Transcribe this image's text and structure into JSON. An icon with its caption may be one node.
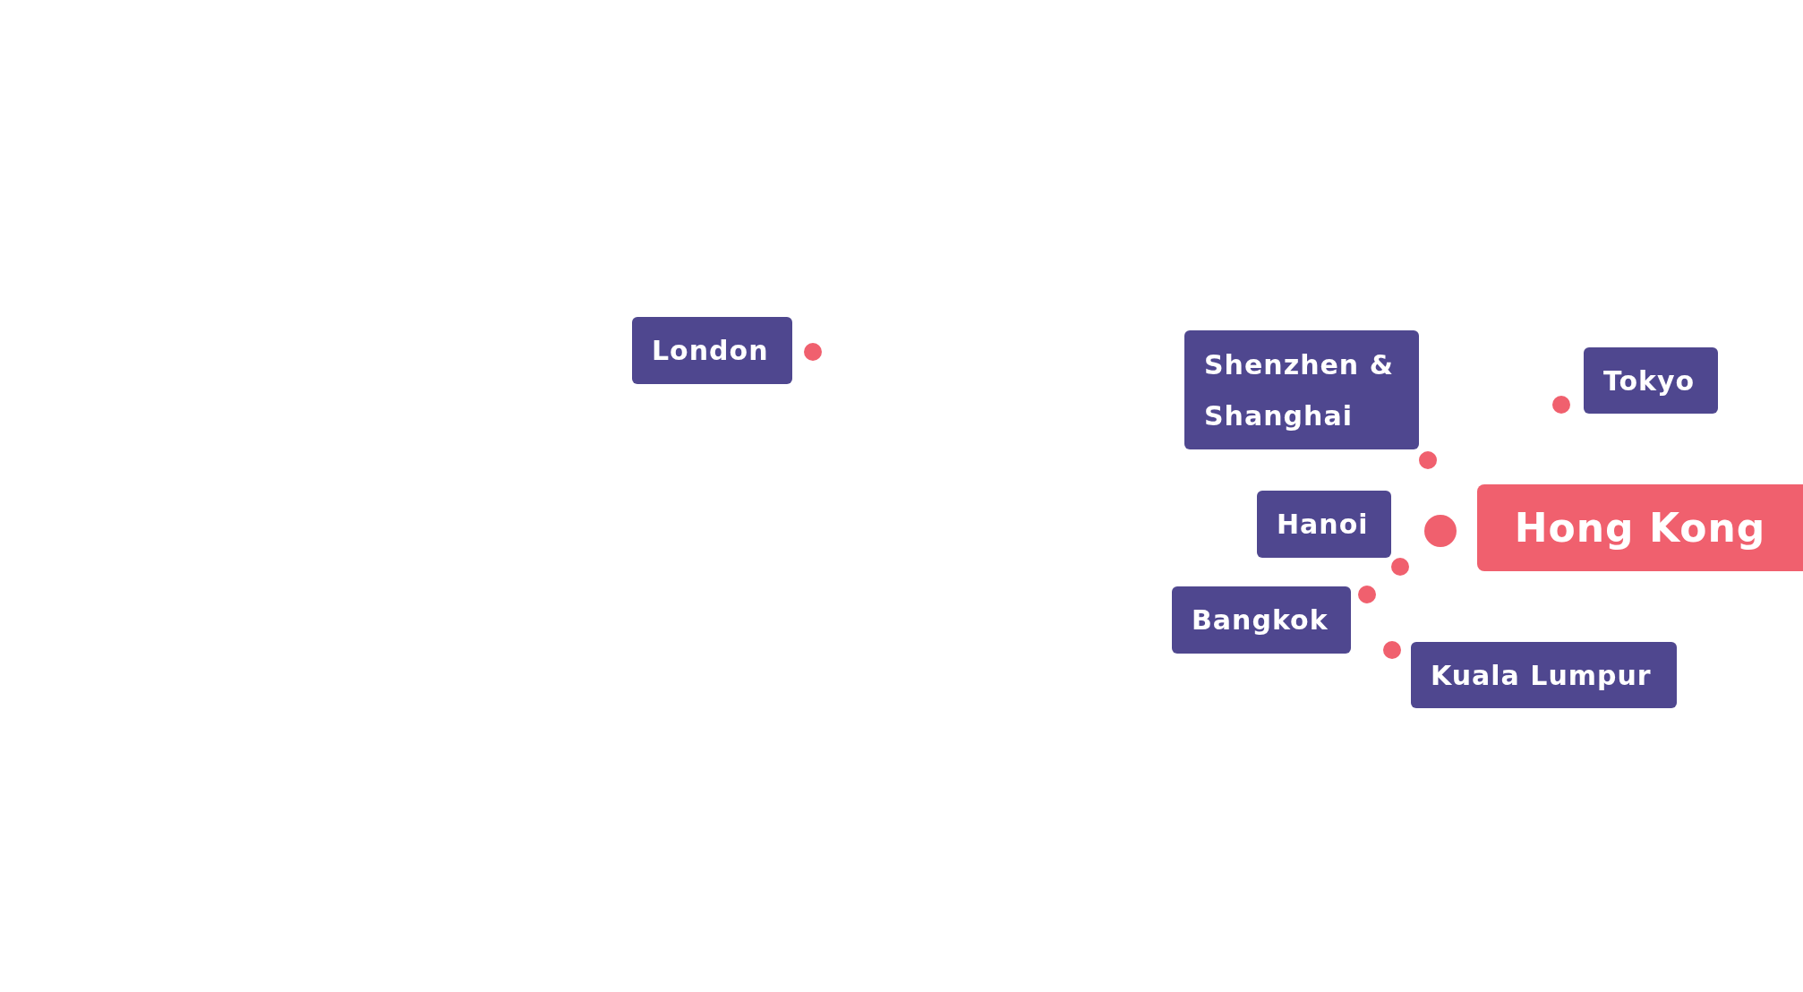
{
  "diagram": {
    "nodes": [
      {
        "text": [
          "London"
        ]
      },
      {
        "text": [
          "Shenzhen & Shanghai"
        ]
      },
      {
        "text": [
          "Tokyo"
        ]
      },
      {
        "text": [
          "Hanoi"
        ]
      },
      {
        "text": [
          "Hong Kong"
        ]
      },
      {
        "text": [
          "Bangkok"
        ]
      },
      {
        "text": [
          "Kuala Lumpur"
        ]
      }
    ]
  }
}
